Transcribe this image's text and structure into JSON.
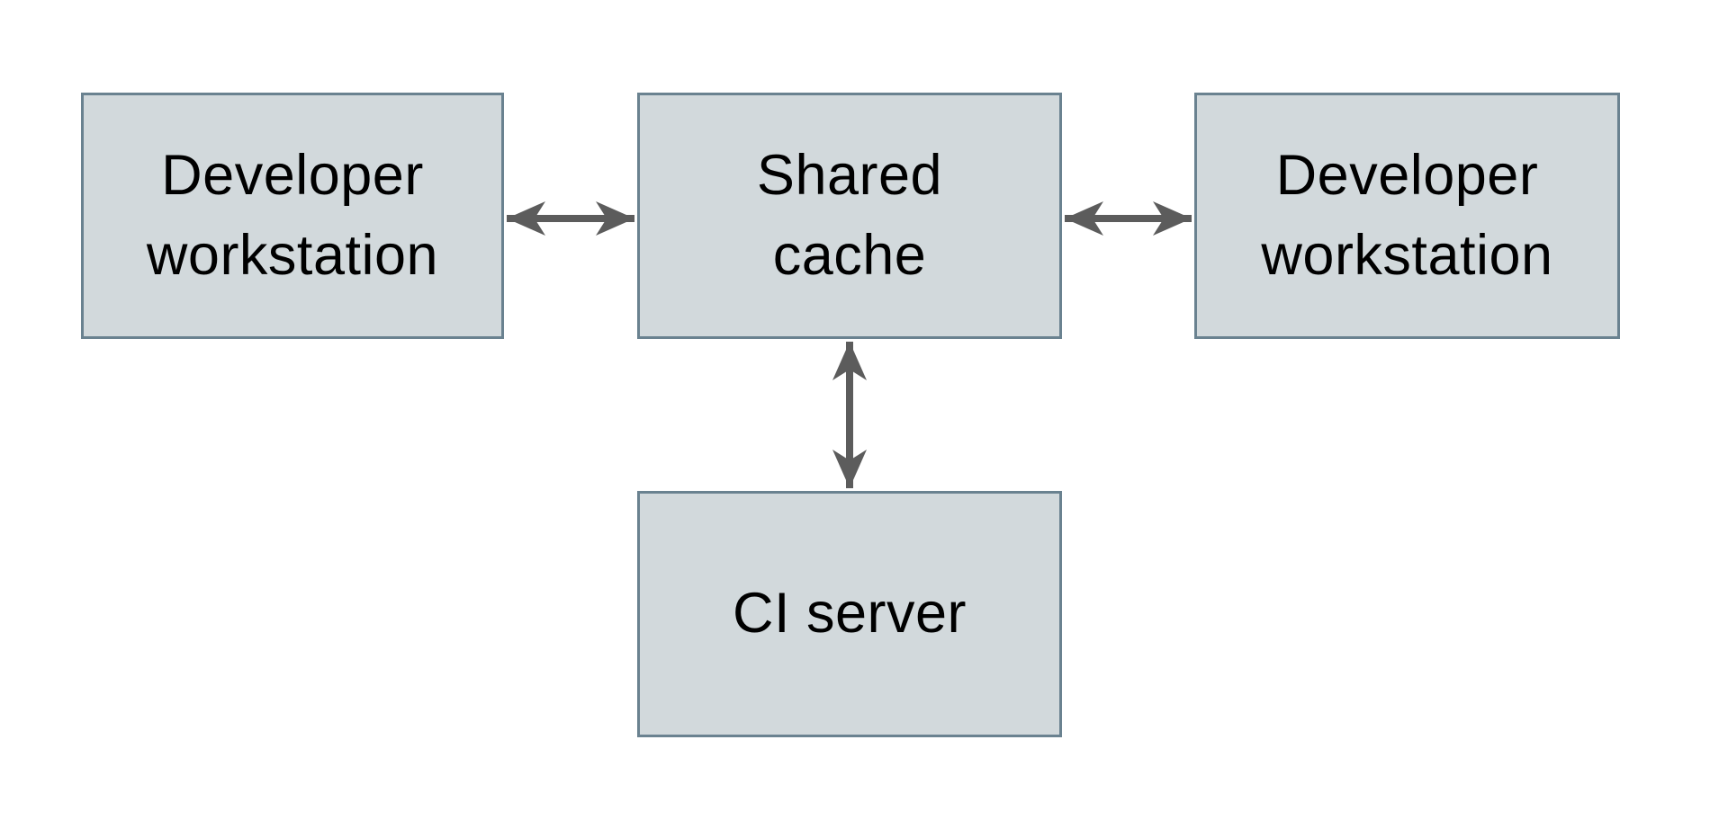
{
  "diagram": {
    "nodes": [
      {
        "id": "developer-workstation-left",
        "label": "Developer\nworkstation"
      },
      {
        "id": "shared-cache",
        "label": "Shared\ncache"
      },
      {
        "id": "developer-workstation-right",
        "label": "Developer\nworkstation"
      },
      {
        "id": "ci-server",
        "label": "CI server"
      }
    ],
    "edges": [
      {
        "from": "developer-workstation-left",
        "to": "shared-cache",
        "type": "bidirectional"
      },
      {
        "from": "shared-cache",
        "to": "developer-workstation-right",
        "type": "bidirectional"
      },
      {
        "from": "shared-cache",
        "to": "ci-server",
        "type": "bidirectional"
      }
    ]
  },
  "colors": {
    "background": "#ffffff",
    "box_fill": "#d2d9dc",
    "box_border": "#6a8290",
    "arrow": "#5c5c5c",
    "text": "#000000"
  }
}
